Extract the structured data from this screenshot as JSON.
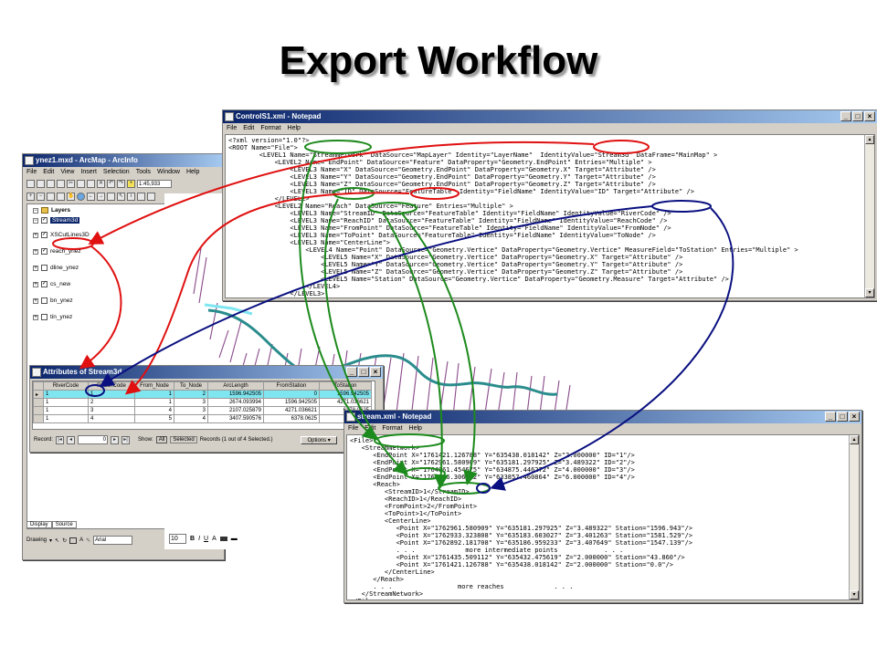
{
  "slide": {
    "title": "Export Workflow"
  },
  "control_window": {
    "title": "ControlS1.xml - Notepad",
    "menu": [
      "File",
      "Edit",
      "Format",
      "Help"
    ],
    "lines": [
      "<?xml version=\"1.0\"?>",
      "<ROOT Name=\"File\">",
      "        <LEVEL1 Name=\"StreamNetwork\" DataSource=\"MapLayer\" Identity=\"LayerName\"  IdentityValue=\"Stream3d\" DataFrame=\"MainMap\" >",
      "            <LEVEL2 Name=\"EndPoint\" DataSource=\"Feature\" DataProperty=\"Geometry.EndPoint\" Entries=\"Multiple\" >",
      "                <LEVEL3 Name=\"X\" DataSource=\"Geometry.EndPoint\" DataProperty=\"Geometry.X\" Target=\"Attribute\" />",
      "                <LEVEL3 Name=\"Y\" DataSource=\"Geometry.EndPoint\" DataProperty=\"Geometry.Y\" Target=\"Attribute\" />",
      "                <LEVEL3 Name=\"Z\" DataSource=\"Geometry.EndPoint\" DataProperty=\"Geometry.Z\" Target=\"Attribute\" />",
      "                <LEVEL3 Name=\"ID\" DataSource=\"FeatureTable\" Identity=\"FieldName\" IdentityValue=\"ID\" Target=\"Attribute\" />",
      "            </LEVEL2>",
      "            <LEVEL2 Name=\"Reach\" DataSource=\"Feature\" Entries=\"Multiple\" >",
      "                <LEVEL3 Name=\"StreamID\" DataSource=\"FeatureTable\" Identity=\"FieldName\" IdentityValue=\"RiverCode\" />",
      "                <LEVEL3 Name=\"ReachID\" DataSource=\"FeatureTable\" Identity=\"FieldName\" IdentityValue=\"ReachCode\" />",
      "                <LEVEL3 Name=\"FromPoint\" DataSource=\"FeatureTable\" Identity=\"FieldName\" IdentityValue=\"FromNode\" />",
      "                <LEVEL3 Name=\"ToPoint\" DataSource=\"FeatureTable\" Identity=\"FieldName\" IdentityValue=\"ToNode\" />",
      "                <LEVEL3 Name=\"CenterLine\">",
      "                    <LEVEL4 Name=\"Point\" DataSource=\"Geometry.Vertice\" DataProperty=\"Geometry.Vertice\" MeasureField=\"ToStation\" Entries=\"Multiple\" >",
      "                        <LEVEL5 Name=\"X\" DataSource=\"Geometry.Vertice\" DataProperty=\"Geometry.X\" Target=\"Attribute\" />",
      "                        <LEVEL5 Name=\"Y\" DataSource=\"Geometry.Vertice\" DataProperty=\"Geometry.Y\" Target=\"Attribute\" />",
      "                        <LEVEL5 Name=\"Z\" DataSource=\"Geometry.Vertice\" DataProperty=\"Geometry.Z\" Target=\"Attribute\" />",
      "                        <LEVEL5 Name=\"Station\" DataSource=\"Geometry.Vertice\" DataProperty=\"Geometry.Measure\" Target=\"Attribute\" />",
      "                    </LEVEL4>",
      "                </LEVEL3>",
      "            </LEVEL2>",
      "        </LEVEL1>"
    ]
  },
  "stream_window": {
    "title": "stream.xml - Notepad",
    "menu": [
      "File",
      "Edit",
      "Format",
      "Help"
    ],
    "lines": [
      "<File>",
      "   <StreamNetwork>",
      "      <EndPoint X=\"1761421.126788\" Y=\"635438.018142\" Z=\"2.000000\" ID=\"1\"/>",
      "      <EndPoint X=\"1762961.580909\" Y=\"635181.297925\" Z=\"3.489322\" ID=\"2\"/>",
      "      <EndPoint X=\"1764861.454675\" Y=\"634875.446272\" Z=\"4.000000\" ID=\"3\"/>",
      "      <EndPoint X=\"1766616.306622\" Y=\"633857.460864\" Z=\"6.000000\" ID=\"4\"/>",
      "      <Reach>",
      "         <StreamID>1</StreamID>",
      "         <ReachID>1</ReachID>",
      "         <FromPoint>2</FromPoint>",
      "         <ToPoint>1</ToPoint>",
      "         <CenterLine>",
      "            <Point X=\"1762961.580909\" Y=\"635181.297925\" Z=\"3.489322\" Station=\"1596.943\"/>",
      "            <Point X=\"1762933.323808\" Y=\"635183.603027\" Z=\"3.401263\" Station=\"1581.529\"/>",
      "            <Point X=\"1762892.181708\" Y=\"635186.959233\" Z=\"3.407649\" Station=\"1547.139\"/>",
      "            . . .             more intermediate points            . . .",
      "            <Point X=\"1761435.509112\" Y=\"635432.475619\" Z=\"2.000000\" Station=\"43.860\"/>",
      "            <Point X=\"1761421.126788\" Y=\"635438.018142\" Z=\"2.000000\" Station=\"0.0\"/>",
      "         </CenterLine>",
      "      </Reach>",
      "      . . .                 more reaches             . . .",
      "   </StreamNetwork>",
      "</File>"
    ]
  },
  "arcmap_window": {
    "title": "ynez1.mxd - ArcMap - ArcInfo",
    "menu": [
      "File",
      "Edit",
      "View",
      "Insert",
      "Selection",
      "Tools",
      "Window",
      "Help"
    ],
    "scale": "1:45,933",
    "toc_title": "Layers",
    "layers": [
      {
        "name": "Stream3d",
        "checked": true,
        "selected": true
      },
      {
        "name": "XSCutLines3D",
        "checked": true,
        "selected": false
      },
      {
        "name": "reach_ynez",
        "checked": true,
        "selected": false
      },
      {
        "name": "dline_ynez",
        "checked": false,
        "selected": false
      },
      {
        "name": "cs_new",
        "checked": true,
        "selected": false
      },
      {
        "name": "bn_ynez",
        "checked": false,
        "selected": false
      },
      {
        "name": "tin_ynez",
        "checked": false,
        "selected": false
      }
    ],
    "tabs": [
      "Display",
      "Source"
    ],
    "drawing_label": "Drawing",
    "font_name": "Arial",
    "font_size": "10",
    "draw_tools": [
      "A",
      "B",
      "I",
      "U"
    ]
  },
  "attr_window": {
    "title": "Attributes of Stream3d",
    "columns": [
      "RiverCode",
      "ReachCode",
      "From_Node",
      "To_Node",
      "ArcLength",
      "FromStation",
      "ToStation"
    ],
    "rows": [
      [
        "1",
        "1",
        "1",
        "2",
        "1596.942505",
        "0",
        "1596.942505"
      ],
      [
        "1",
        "2",
        "1",
        "3",
        "2674.093994",
        "1596.942505",
        "4271.036621"
      ],
      [
        "1",
        "3",
        "4",
        "3",
        "2107.025879",
        "4271.036621",
        "6378.0625"
      ],
      [
        "1",
        "4",
        "5",
        "4",
        "3407.590576",
        "6378.0625",
        "9785.65..."
      ]
    ],
    "record_label": "Record:",
    "record_value": "0",
    "show_label": "Show:",
    "all_label": "All",
    "selected_label": "Selected",
    "records_text": "Records (1 out of 4 Selected.)",
    "options_label": "Options"
  },
  "colors": {
    "red": "#e01010",
    "green": "#1d8a1d",
    "navy": "#0a1080",
    "river": "#2a8c8c",
    "cyan": "#7fe6f0"
  }
}
